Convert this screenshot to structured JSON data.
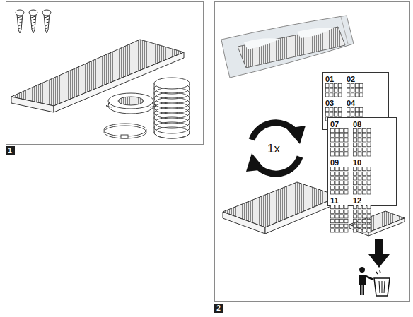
{
  "diagram": {
    "nodes": [
      {
        "text": [
          "1"
        ]
      },
      {
        "text": [
          "2"
        ]
      },
      {
        "text": [
          "01",
          "02",
          "03",
          "04"
        ],
        "in": 1
      },
      {
        "text": [
          "07",
          "08",
          "09",
          "10",
          "11",
          "12"
        ],
        "in": 1
      }
    ],
    "labels": [
      "1x"
    ]
  }
}
